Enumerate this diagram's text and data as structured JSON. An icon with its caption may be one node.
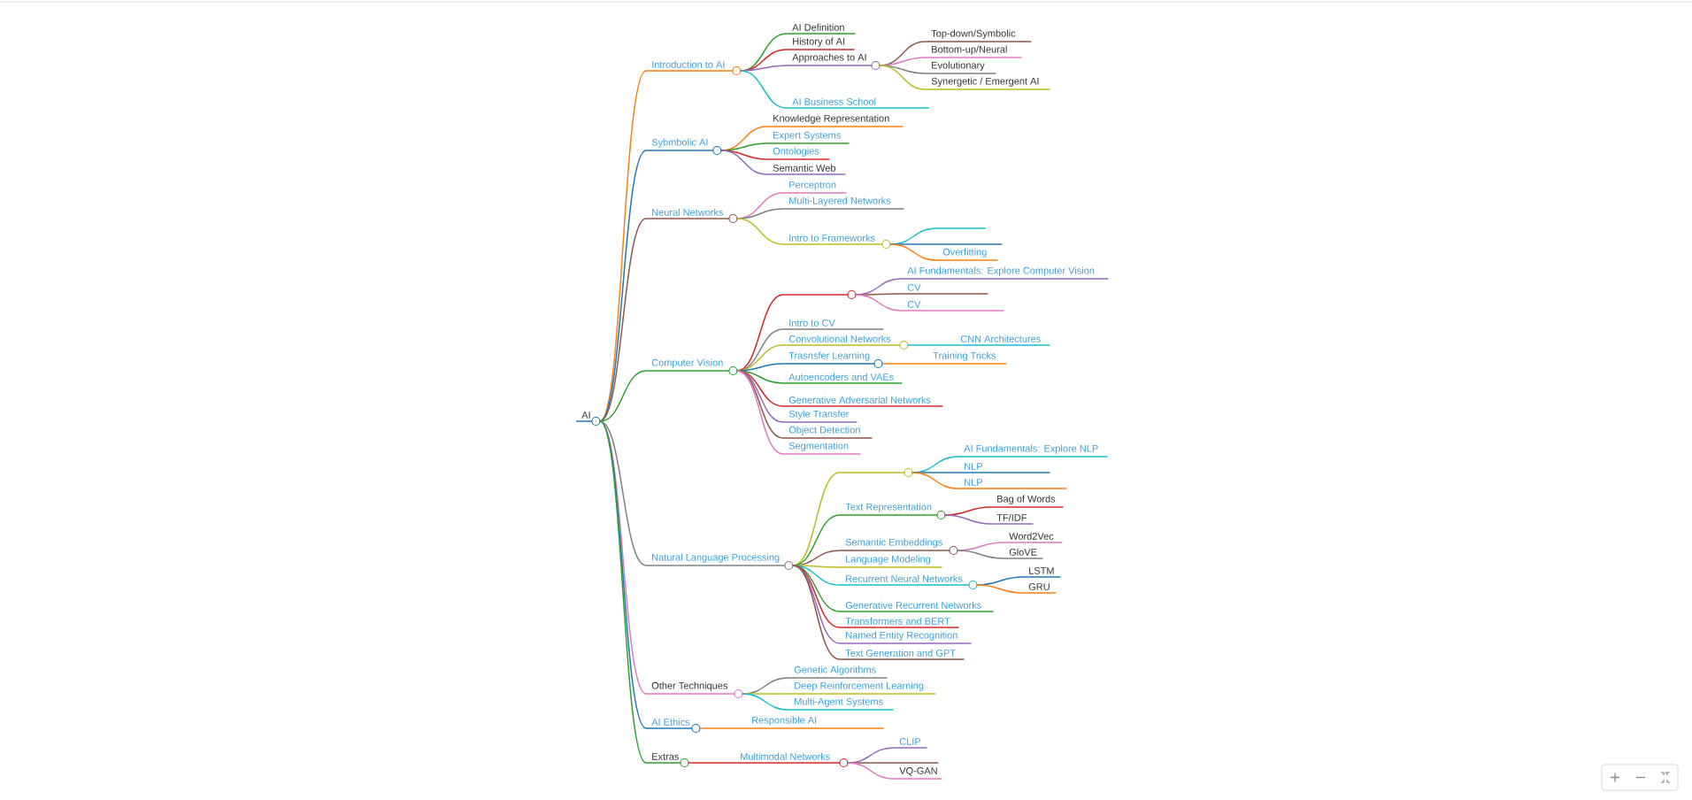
{
  "diagram": {
    "nodes": [
      {
        "text": [
          "AI"
        ]
      },
      {
        "text": [
          "Introduction to AI"
        ]
      },
      {
        "text": [
          "AI Definition"
        ]
      },
      {
        "text": [
          "History of AI"
        ]
      },
      {
        "text": [
          "Approaches to AI"
        ]
      },
      {
        "text": [
          "Top-down/Symbolic"
        ]
      },
      {
        "text": [
          "Bottom-up/Neural"
        ]
      },
      {
        "text": [
          "Evolutionary"
        ]
      },
      {
        "text": [
          "Synergetic / Emergent AI"
        ]
      },
      {
        "text": [
          "AI Business School"
        ]
      },
      {
        "text": [
          "Sybmbolic AI"
        ]
      },
      {
        "text": [
          "Knowledge Representation"
        ]
      },
      {
        "text": [
          "Expert Systems"
        ]
      },
      {
        "text": [
          "Ontologies"
        ]
      },
      {
        "text": [
          "Semantic Web"
        ]
      },
      {
        "text": [
          "Neural Networks"
        ]
      },
      {
        "text": [
          "Perceptron"
        ]
      },
      {
        "text": [
          "Multi-Layered Networks"
        ]
      },
      {
        "text": [
          "Intro to Frameworks"
        ]
      },
      {
        "text": [],
        "shape": "line"
      },
      {
        "text": [],
        "shape": "line"
      },
      {
        "text": [
          "Overfitting"
        ]
      },
      {
        "text": [
          "Computer Vision"
        ]
      },
      {
        "text": [],
        "shape": "line"
      },
      {
        "text": [
          "AI Fundamentals: Explore Computer Vision"
        ]
      },
      {
        "text": [
          "CV"
        ]
      },
      {
        "text": [
          "CV"
        ]
      },
      {
        "text": [
          "Intro to CV"
        ]
      },
      {
        "text": [
          "Convolutional Networks"
        ]
      },
      {
        "text": [
          "CNN Architectures"
        ]
      },
      {
        "text": [
          "Trasnsfer Learning"
        ]
      },
      {
        "text": [
          "Training Tricks"
        ]
      },
      {
        "text": [
          "Autoencoders and VAEs"
        ]
      },
      {
        "text": [
          "Generative Adversarial Networks"
        ]
      },
      {
        "text": [
          "Style Transfer"
        ]
      },
      {
        "text": [
          "Object Detection"
        ]
      },
      {
        "text": [
          "Segmentation"
        ]
      },
      {
        "text": [
          "Natural Language Processing"
        ]
      },
      {
        "text": [],
        "shape": "line"
      },
      {
        "text": [
          "AI Fundamentals: Explore NLP"
        ]
      },
      {
        "text": [
          "NLP"
        ]
      },
      {
        "text": [
          "NLP"
        ]
      },
      {
        "text": [
          "Text Representation"
        ]
      },
      {
        "text": [
          "Bag of Words"
        ]
      },
      {
        "text": [
          "TF/IDF"
        ]
      },
      {
        "text": [
          "Semantic Embeddings"
        ]
      },
      {
        "text": [
          "Word2Vec"
        ]
      },
      {
        "text": [
          "GloVE"
        ]
      },
      {
        "text": [
          "Language Modeling"
        ]
      },
      {
        "text": [
          "Recurrent Neural Networks"
        ]
      },
      {
        "text": [
          "LSTM"
        ]
      },
      {
        "text": [
          "GRU"
        ]
      },
      {
        "text": [
          "Generative Recurrent Networks"
        ]
      },
      {
        "text": [
          "Transformers and BERT"
        ]
      },
      {
        "text": [
          "Named Entity Recognition"
        ]
      },
      {
        "text": [
          "Text Generation and GPT"
        ]
      },
      {
        "text": [
          "Other Techniques"
        ]
      },
      {
        "text": [
          "Genetic Algorithms"
        ]
      },
      {
        "text": [
          "Deep Reinforcement Learning"
        ]
      },
      {
        "text": [
          "Multi-Agent Systems"
        ]
      },
      {
        "text": [
          "AI Ethics"
        ]
      },
      {
        "text": [
          "Responsible AI"
        ]
      },
      {
        "text": [
          "Extras"
        ]
      },
      {
        "text": [
          "Multimodal Networks"
        ]
      },
      {
        "text": [
          "CLIP"
        ]
      },
      {
        "text": [],
        "shape": "line"
      },
      {
        "text": [
          "VQ-GAN"
        ]
      }
    ],
    "edges": [
      {
        "from": 0,
        "to": 1,
        "arrow": "none",
        "color": "#ff7f0e"
      },
      {
        "from": 0,
        "to": 10,
        "arrow": "none",
        "color": "#1f77b4"
      },
      {
        "from": 0,
        "to": 15,
        "arrow": "none",
        "color": "#8c564b"
      },
      {
        "from": 0,
        "to": 22,
        "arrow": "none",
        "color": "#2ca02c"
      },
      {
        "from": 0,
        "to": 37,
        "arrow": "none",
        "color": "#7f7f7f"
      },
      {
        "from": 0,
        "to": 56,
        "arrow": "none",
        "color": "#e377c2"
      },
      {
        "from": 0,
        "to": 60,
        "arrow": "none",
        "color": "#1f77b4"
      },
      {
        "from": 0,
        "to": 62,
        "arrow": "none",
        "color": "#2ca02c"
      },
      {
        "from": 1,
        "to": 2,
        "arrow": "none",
        "color": "#2ca02c"
      },
      {
        "from": 1,
        "to": 3,
        "arrow": "none",
        "color": "#d62728"
      },
      {
        "from": 1,
        "to": 4,
        "arrow": "none",
        "color": "#9467bd"
      },
      {
        "from": 1,
        "to": 9,
        "arrow": "none",
        "color": "#17becf"
      },
      {
        "from": 4,
        "to": 5,
        "arrow": "none",
        "color": "#8c564b"
      },
      {
        "from": 4,
        "to": 6,
        "arrow": "none",
        "color": "#e377c2"
      },
      {
        "from": 4,
        "to": 7,
        "arrow": "none",
        "color": "#7f7f7f"
      },
      {
        "from": 4,
        "to": 8,
        "arrow": "none",
        "color": "#bcbd22"
      },
      {
        "from": 10,
        "to": 11,
        "arrow": "none",
        "color": "#ff7f0e"
      },
      {
        "from": 10,
        "to": 12,
        "arrow": "none",
        "color": "#2ca02c"
      },
      {
        "from": 10,
        "to": 13,
        "arrow": "none",
        "color": "#d62728"
      },
      {
        "from": 10,
        "to": 14,
        "arrow": "none",
        "color": "#9467bd"
      },
      {
        "from": 15,
        "to": 16,
        "arrow": "none",
        "color": "#e377c2"
      },
      {
        "from": 15,
        "to": 17,
        "arrow": "none",
        "color": "#7f7f7f"
      },
      {
        "from": 15,
        "to": 18,
        "arrow": "none",
        "color": "#bcbd22"
      },
      {
        "from": 18,
        "to": 19,
        "arrow": "none",
        "color": "#17becf"
      },
      {
        "from": 18,
        "to": 20,
        "arrow": "none",
        "color": "#1f77b4"
      },
      {
        "from": 18,
        "to": 21,
        "arrow": "none",
        "color": "#ff7f0e"
      },
      {
        "from": 22,
        "to": 23,
        "arrow": "none",
        "color": "#d62728"
      },
      {
        "from": 22,
        "to": 27,
        "arrow": "none",
        "color": "#7f7f7f"
      },
      {
        "from": 22,
        "to": 28,
        "arrow": "none",
        "color": "#bcbd22"
      },
      {
        "from": 22,
        "to": 30,
        "arrow": "none",
        "color": "#1f77b4"
      },
      {
        "from": 22,
        "to": 32,
        "arrow": "none",
        "color": "#2ca02c"
      },
      {
        "from": 22,
        "to": 33,
        "arrow": "none",
        "color": "#d62728"
      },
      {
        "from": 22,
        "to": 34,
        "arrow": "none",
        "color": "#9467bd"
      },
      {
        "from": 22,
        "to": 35,
        "arrow": "none",
        "color": "#8c564b"
      },
      {
        "from": 22,
        "to": 36,
        "arrow": "none",
        "color": "#e377c2"
      },
      {
        "from": 23,
        "to": 24,
        "arrow": "none",
        "color": "#9467bd"
      },
      {
        "from": 23,
        "to": 25,
        "arrow": "none",
        "color": "#8c564b"
      },
      {
        "from": 23,
        "to": 26,
        "arrow": "none",
        "color": "#e377c2"
      },
      {
        "from": 28,
        "to": 29,
        "arrow": "none",
        "color": "#17becf"
      },
      {
        "from": 30,
        "to": 31,
        "arrow": "none",
        "color": "#ff7f0e"
      },
      {
        "from": 37,
        "to": 38,
        "arrow": "none",
        "color": "#bcbd22"
      },
      {
        "from": 37,
        "to": 42,
        "arrow": "none",
        "color": "#2ca02c"
      },
      {
        "from": 37,
        "to": 45,
        "arrow": "none",
        "color": "#8c564b"
      },
      {
        "from": 37,
        "to": 48,
        "arrow": "none",
        "color": "#bcbd22"
      },
      {
        "from": 37,
        "to": 49,
        "arrow": "none",
        "color": "#17becf"
      },
      {
        "from": 37,
        "to": 52,
        "arrow": "none",
        "color": "#2ca02c"
      },
      {
        "from": 37,
        "to": 53,
        "arrow": "none",
        "color": "#d62728"
      },
      {
        "from": 37,
        "to": 54,
        "arrow": "none",
        "color": "#9467bd"
      },
      {
        "from": 37,
        "to": 55,
        "arrow": "none",
        "color": "#8c564b"
      },
      {
        "from": 38,
        "to": 39,
        "arrow": "none",
        "color": "#17becf"
      },
      {
        "from": 38,
        "to": 40,
        "arrow": "none",
        "color": "#1f77b4"
      },
      {
        "from": 38,
        "to": 41,
        "arrow": "none",
        "color": "#ff7f0e"
      },
      {
        "from": 42,
        "to": 43,
        "arrow": "none",
        "color": "#d62728"
      },
      {
        "from": 42,
        "to": 44,
        "arrow": "none",
        "color": "#9467bd"
      },
      {
        "from": 45,
        "to": 46,
        "arrow": "none",
        "color": "#e377c2"
      },
      {
        "from": 45,
        "to": 47,
        "arrow": "none",
        "color": "#7f7f7f"
      },
      {
        "from": 49,
        "to": 50,
        "arrow": "none",
        "color": "#1f77b4"
      },
      {
        "from": 49,
        "to": 51,
        "arrow": "none",
        "color": "#ff7f0e"
      },
      {
        "from": 56,
        "to": 57,
        "arrow": "none",
        "color": "#7f7f7f"
      },
      {
        "from": 56,
        "to": 58,
        "arrow": "none",
        "color": "#bcbd22"
      },
      {
        "from": 56,
        "to": 59,
        "arrow": "none",
        "color": "#17becf"
      },
      {
        "from": 60,
        "to": 61,
        "arrow": "none",
        "color": "#ff7f0e"
      },
      {
        "from": 62,
        "to": 63,
        "arrow": "none",
        "color": "#d62728"
      },
      {
        "from": 63,
        "to": 64,
        "arrow": "none",
        "color": "#9467bd"
      },
      {
        "from": 63,
        "to": 65,
        "arrow": "none",
        "color": "#8c564b"
      },
      {
        "from": 63,
        "to": 66,
        "arrow": "none",
        "color": "#e377c2"
      }
    ]
  }
}
